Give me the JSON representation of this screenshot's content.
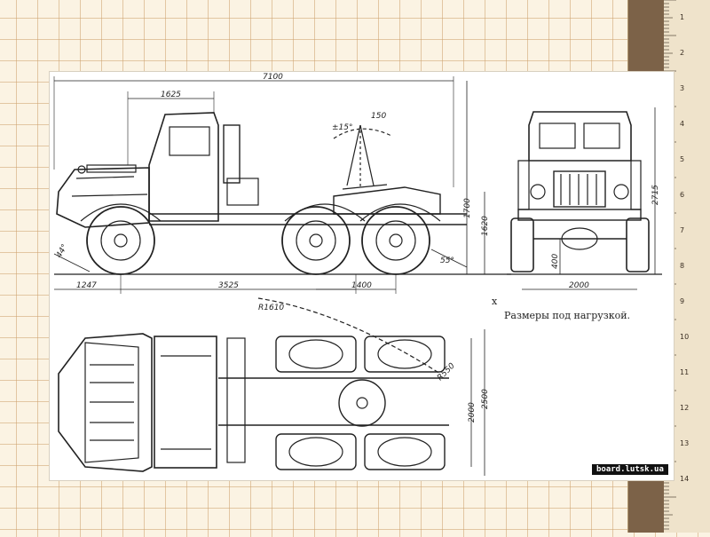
{
  "drawing": {
    "dimensions": {
      "overall_length": "7100",
      "cab_length": "1625",
      "front_overhang": "1247",
      "wheelbase": "3525",
      "bogie_spacing": "1400",
      "fifth_wheel_height": "1620",
      "total_height": "1700",
      "full_height": "2715",
      "track_width": "2000",
      "ground_clearance": "400",
      "tilt_angle": "±15°",
      "tilt_offset": "150",
      "approach_angle": "44°",
      "departure_angle": "55°",
      "turning_radius": "R1610",
      "swing_radius": "R550",
      "frame_width": "2000",
      "overall_width": "2500"
    },
    "note_marker": "x",
    "note_text": "Размеры под нагрузкой."
  },
  "watermark": "board.lutsk.ua",
  "ruler": {
    "numbers": [
      "1",
      "2",
      "3",
      "4",
      "5",
      "6",
      "7",
      "8",
      "9",
      "10",
      "11",
      "12",
      "13",
      "14"
    ]
  }
}
